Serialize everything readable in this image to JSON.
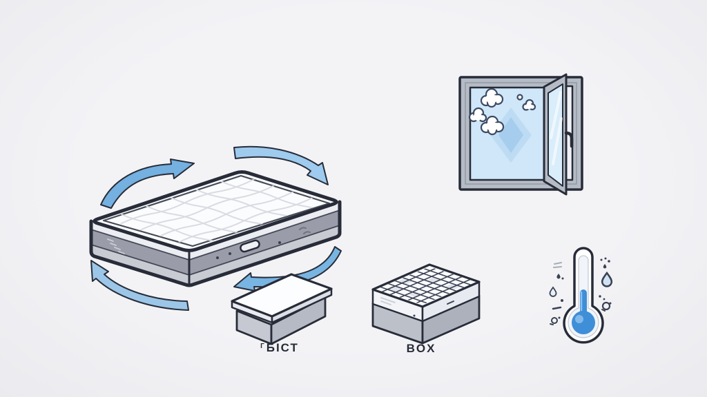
{
  "scene": {
    "background_color": "#f0f1f4",
    "description": "Mattress care illustration: rotating mattress with circular arrows, open window with steam, thermometer with humidity droplets, and two storage box bases"
  },
  "labels": {
    "lid_box": {
      "prefix": "Г",
      "text": "БІСТ"
    },
    "slatted_box": {
      "text": "BOX"
    }
  },
  "colors": {
    "outline": "#272c38",
    "label_text": "#262b36",
    "arrow_top_left": "#74b0e0",
    "arrow_top_right": "#9ecbee",
    "arrow_bottom_right": "#79b5e2",
    "arrow_bottom_left": "#9cc6e8",
    "arrow_stroke": "#4a8cc7",
    "window_glass": "#cfe7f8",
    "sash_glass": "#d9edfb",
    "steam_cloud": "#ffffff",
    "thermometer_fluid": "#3f8ed8",
    "droplet_fill": "#cfe2f4",
    "mattress_top": "#fbfcfe",
    "mattress_band_dark": "#9a9da9",
    "mattress_band_light": "#c9cbd3",
    "box_gray": "#b6bac4",
    "frame_gray": "#b6bcc6"
  },
  "icons": {
    "rotation_arrows": [
      "rotation-arrow-top-left",
      "rotation-arrow-top-right",
      "rotation-arrow-bottom-right",
      "rotation-arrow-bottom-left"
    ],
    "window": "open-window-icon",
    "steam": "steam-cloud-icon",
    "thermometer": "thermometer-icon",
    "droplet": "water-droplet-icon",
    "mattress": "mattress-icon",
    "boxes": [
      "lid-box-icon",
      "slatted-box-icon"
    ]
  }
}
